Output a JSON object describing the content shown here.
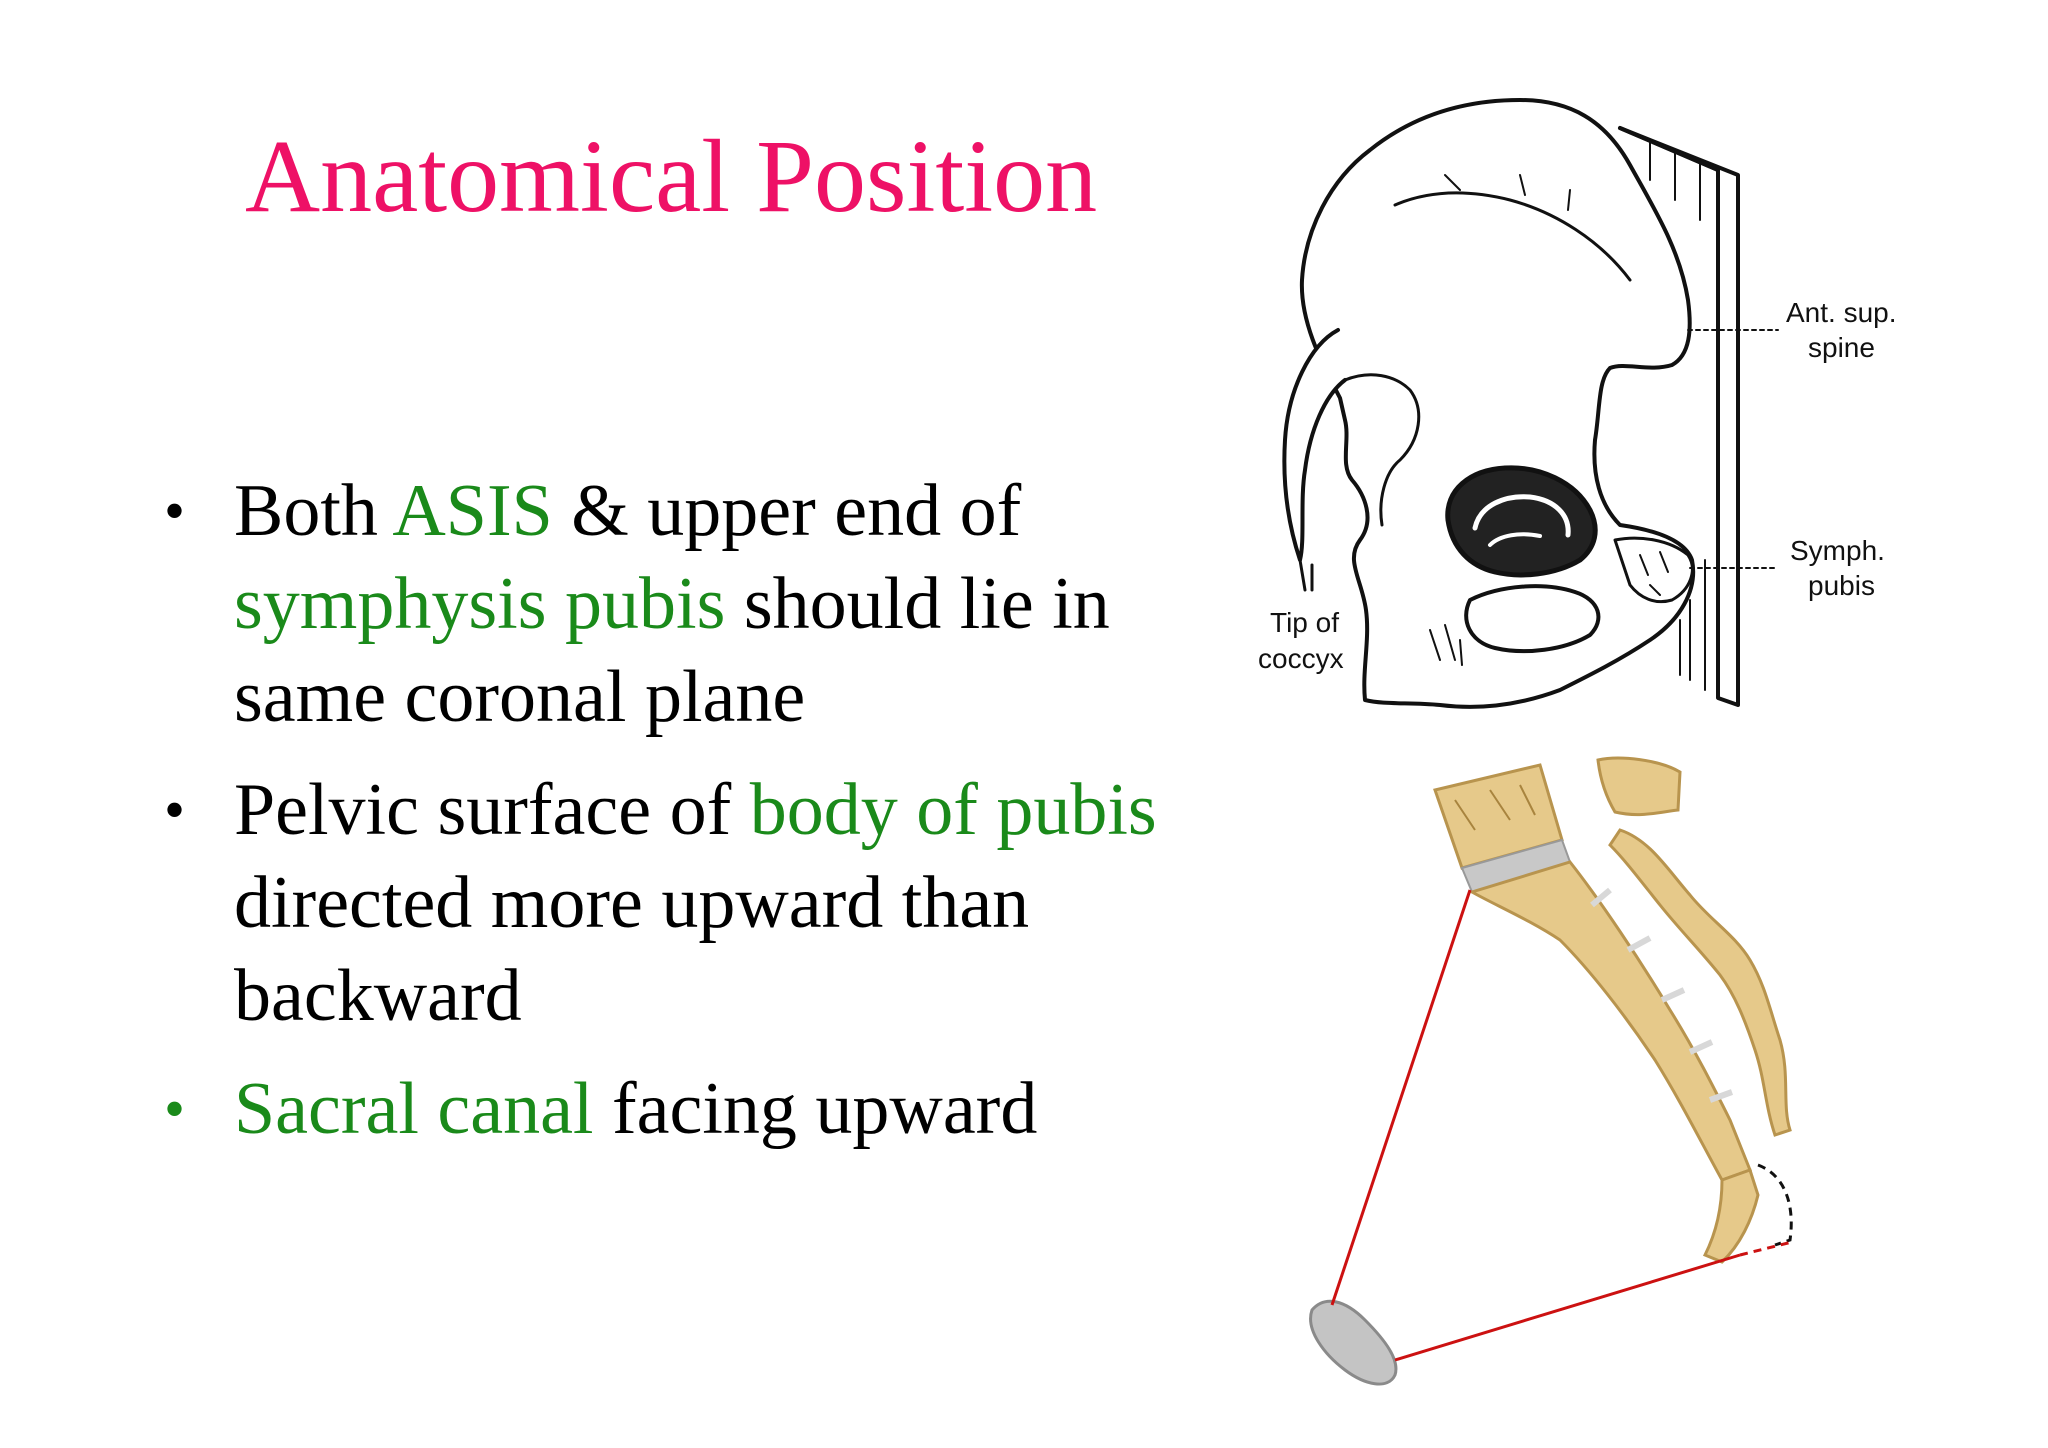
{
  "slide": {
    "title": "Anatomical Position",
    "bullets": [
      {
        "parts": [
          {
            "text": "Both "
          },
          {
            "text": "ASIS",
            "hl": true
          },
          {
            "text": " & upper end of "
          },
          {
            "text": "symphysis pubis",
            "hl": true
          },
          {
            "text": " should lie in same coronal plane"
          }
        ]
      },
      {
        "parts": [
          {
            "text": "Pelvic surface of "
          },
          {
            "text": "body of pubis",
            "hl": true
          },
          {
            "text": " directed more upward than backward"
          }
        ]
      },
      {
        "parts": [
          {
            "text": "Sacral canal",
            "hl": true
          },
          {
            "text": " facing upward"
          }
        ],
        "green_bullet": true
      }
    ]
  },
  "figure_top": {
    "labels": {
      "asis_line1": "Ant. sup.",
      "asis_line2": "spine",
      "symph_line1": "Symph.",
      "symph_line2": "pubis",
      "coccyx_line1": "Tip of",
      "coccyx_line2": "coccyx"
    }
  },
  "colors": {
    "title": "#ee1166",
    "highlight": "#1a8a1a",
    "text": "#000000",
    "plane_line": "#cc1111",
    "bone": "#e6c98a"
  }
}
